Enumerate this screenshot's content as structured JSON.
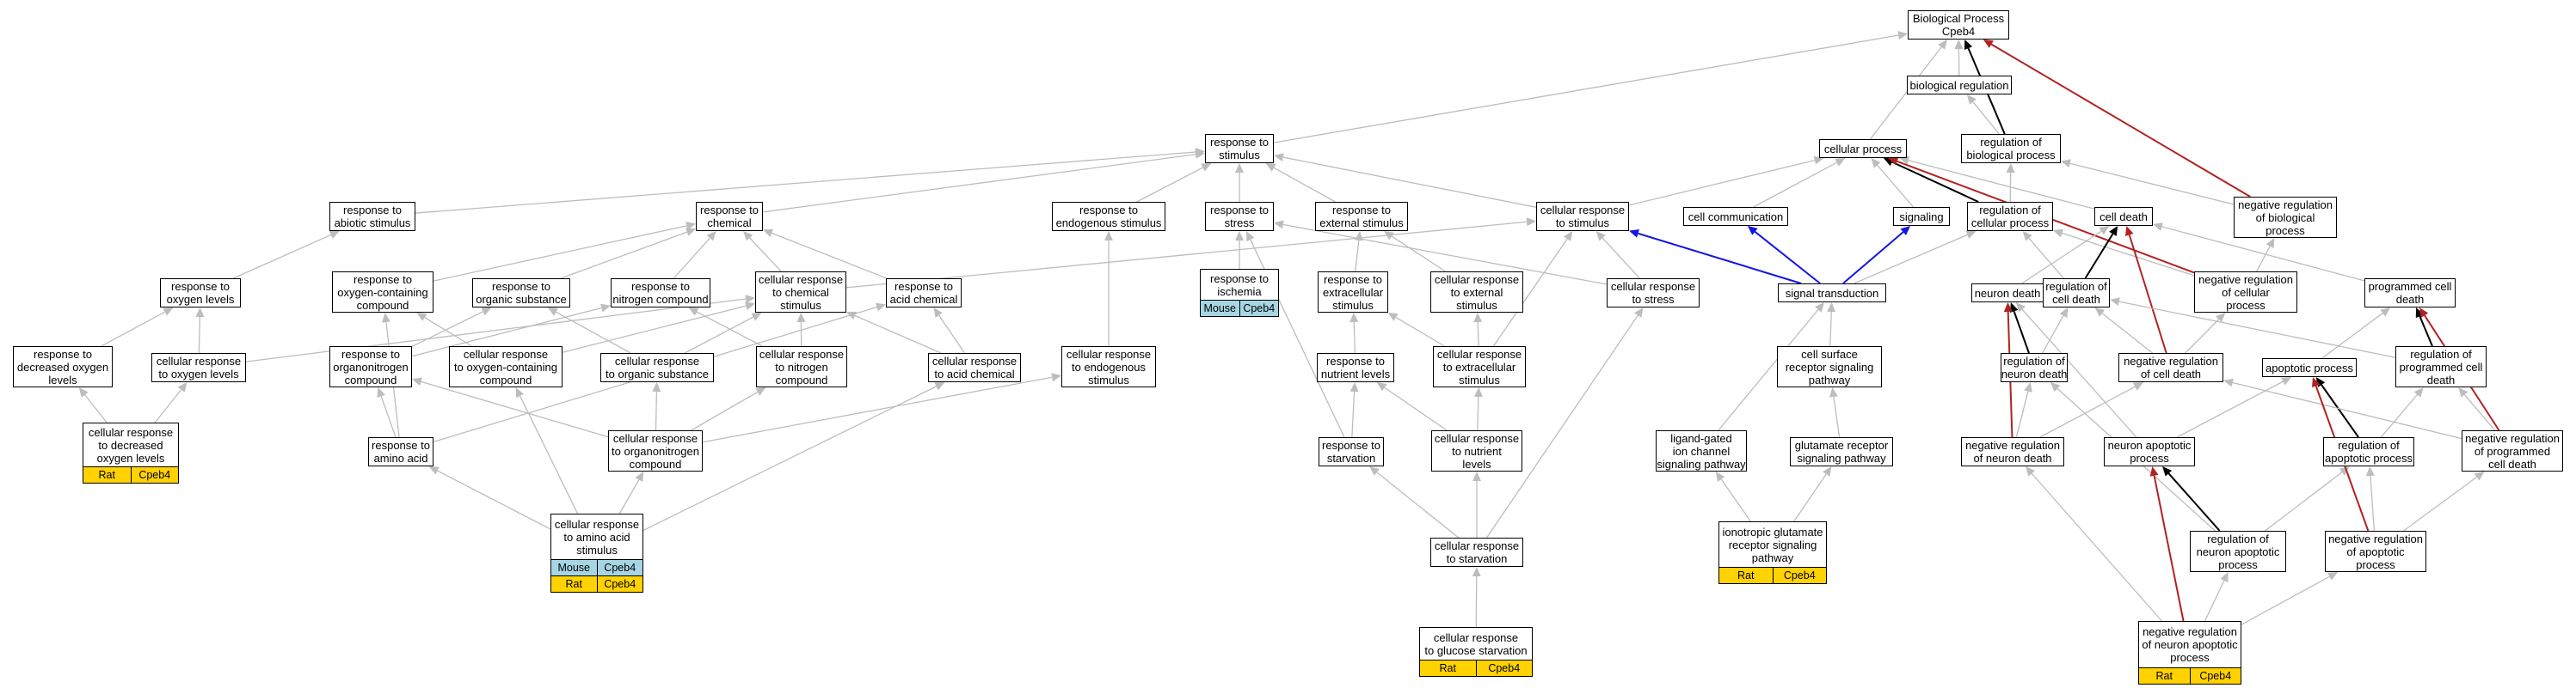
{
  "colors": {
    "edge_default": "#bdbdbd",
    "edge_black": "#000000",
    "edge_red": "#b22222",
    "edge_blue": "#1515e0",
    "species_mouse": "#a6d5e3",
    "species_rat": "#ffd200"
  },
  "nodes": [
    {
      "id": "bp",
      "lines": [
        "Biological Process",
        "Cpeb4"
      ]
    },
    {
      "id": "bioreg",
      "lines": [
        "biological regulation"
      ]
    },
    {
      "id": "regbp",
      "lines": [
        "regulation of",
        "biological process"
      ]
    },
    {
      "id": "cellproc",
      "lines": [
        "cellular process"
      ]
    },
    {
      "id": "negregbp",
      "lines": [
        "negative regulation",
        "of biological",
        "process"
      ]
    },
    {
      "id": "resp_stim",
      "lines": [
        "response to",
        "stimulus"
      ]
    },
    {
      "id": "resp_abiotic",
      "lines": [
        "response to",
        "abiotic stimulus"
      ]
    },
    {
      "id": "resp_chem",
      "lines": [
        "response to",
        "chemical"
      ]
    },
    {
      "id": "resp_endo",
      "lines": [
        "response to",
        "endogenous stimulus"
      ]
    },
    {
      "id": "resp_stress",
      "lines": [
        "response to",
        "stress"
      ]
    },
    {
      "id": "resp_ext",
      "lines": [
        "response to",
        "external stimulus"
      ]
    },
    {
      "id": "cr_stim",
      "lines": [
        "cellular response",
        "to stimulus"
      ]
    },
    {
      "id": "cellcomm",
      "lines": [
        "cell communication"
      ]
    },
    {
      "id": "signaling",
      "lines": [
        "signaling"
      ]
    },
    {
      "id": "regcp",
      "lines": [
        "regulation of",
        "cellular process"
      ]
    },
    {
      "id": "celldeath",
      "lines": [
        "cell death"
      ]
    },
    {
      "id": "resp_oxy",
      "lines": [
        "response to",
        "oxygen levels"
      ]
    },
    {
      "id": "resp_oxcomp",
      "lines": [
        "response to",
        "oxygen-containing",
        "compound"
      ]
    },
    {
      "id": "resp_orgsub",
      "lines": [
        "response to",
        "organic substance"
      ]
    },
    {
      "id": "resp_nitro",
      "lines": [
        "response to",
        "nitrogen compound"
      ]
    },
    {
      "id": "cr_chem",
      "lines": [
        "cellular response",
        "to chemical",
        "stimulus"
      ]
    },
    {
      "id": "resp_acid",
      "lines": [
        "response to",
        "acid chemical"
      ]
    },
    {
      "id": "resp_isch",
      "lines": [
        "response to",
        "ischemia"
      ],
      "annotations": [
        {
          "species": "Mouse",
          "gene": "Cpeb4"
        }
      ]
    },
    {
      "id": "resp_extstim",
      "lines": [
        "response to",
        "extracellular",
        "stimulus"
      ]
    },
    {
      "id": "cr_extstim",
      "lines": [
        "cellular response",
        "to external",
        "stimulus"
      ]
    },
    {
      "id": "cr_stress",
      "lines": [
        "cellular response",
        "to stress"
      ]
    },
    {
      "id": "sigtrans",
      "lines": [
        "signal transduction"
      ]
    },
    {
      "id": "neurondeath",
      "lines": [
        "neuron death"
      ]
    },
    {
      "id": "regcelldeath",
      "lines": [
        "regulation of",
        "cell death"
      ]
    },
    {
      "id": "negregcp",
      "lines": [
        "negative regulation",
        "of cellular",
        "process"
      ]
    },
    {
      "id": "pcd",
      "lines": [
        "programmed cell",
        "death"
      ]
    },
    {
      "id": "resp_decoxy",
      "lines": [
        "response to",
        "decreased oxygen",
        "levels"
      ]
    },
    {
      "id": "cr_oxy",
      "lines": [
        "cellular response",
        "to oxygen levels"
      ]
    },
    {
      "id": "resp_orgnitro",
      "lines": [
        "response to",
        "organonitrogen",
        "compound"
      ]
    },
    {
      "id": "cr_oxcomp",
      "lines": [
        "cellular response",
        "to oxygen-containing",
        "compound"
      ]
    },
    {
      "id": "cr_orgsub",
      "lines": [
        "cellular response",
        "to organic substance"
      ]
    },
    {
      "id": "cr_nitro",
      "lines": [
        "cellular response",
        "to nitrogen",
        "compound"
      ]
    },
    {
      "id": "cr_acid",
      "lines": [
        "cellular response",
        "to acid chemical"
      ]
    },
    {
      "id": "cr_endo",
      "lines": [
        "cellular response",
        "to endogenous",
        "stimulus"
      ]
    },
    {
      "id": "resp_nutr",
      "lines": [
        "response to",
        "nutrient levels"
      ]
    },
    {
      "id": "cr_extcell",
      "lines": [
        "cellular response",
        "to extracellular",
        "stimulus"
      ]
    },
    {
      "id": "cellsurf",
      "lines": [
        "cell surface",
        "receptor signaling",
        "pathway"
      ]
    },
    {
      "id": "regneurondeath",
      "lines": [
        "regulation of",
        "neuron death"
      ]
    },
    {
      "id": "negregcd",
      "lines": [
        "negative regulation",
        "of cell death"
      ]
    },
    {
      "id": "apoptotic",
      "lines": [
        "apoptotic process"
      ]
    },
    {
      "id": "regpcd",
      "lines": [
        "regulation of",
        "programmed cell",
        "death"
      ]
    },
    {
      "id": "cr_decoxy",
      "lines": [
        "cellular response",
        "to decreased",
        "oxygen levels"
      ],
      "annotations": [
        {
          "species": "Rat",
          "gene": "Cpeb4"
        }
      ]
    },
    {
      "id": "resp_aa",
      "lines": [
        "response to",
        "amino acid"
      ]
    },
    {
      "id": "cr_orgnitro",
      "lines": [
        "cellular response",
        "to organonitrogen",
        "compound"
      ]
    },
    {
      "id": "resp_starv",
      "lines": [
        "response to",
        "starvation"
      ]
    },
    {
      "id": "cr_nutr",
      "lines": [
        "cellular response",
        "to nutrient",
        "levels"
      ]
    },
    {
      "id": "ligand",
      "lines": [
        "ligand-gated",
        "ion channel",
        "signaling pathway"
      ]
    },
    {
      "id": "glutrec",
      "lines": [
        "glutamate receptor",
        "signaling pathway"
      ]
    },
    {
      "id": "negregnd",
      "lines": [
        "negative regulation",
        "of neuron death"
      ]
    },
    {
      "id": "neuronapop",
      "lines": [
        "neuron apoptotic",
        "process"
      ]
    },
    {
      "id": "regapop",
      "lines": [
        "regulation of",
        "apoptotic process"
      ]
    },
    {
      "id": "negregpcd",
      "lines": [
        "negative regulation",
        "of programmed",
        "cell death"
      ]
    },
    {
      "id": "cr_aa",
      "lines": [
        "cellular response",
        "to amino acid",
        "stimulus"
      ],
      "annotations": [
        {
          "species": "Mouse",
          "gene": "Cpeb4"
        },
        {
          "species": "Rat",
          "gene": "Cpeb4"
        }
      ]
    },
    {
      "id": "cr_starv",
      "lines": [
        "cellular response",
        "to starvation"
      ]
    },
    {
      "id": "ionotropic",
      "lines": [
        "ionotropic glutamate",
        "receptor signaling",
        "pathway"
      ],
      "annotations": [
        {
          "species": "Rat",
          "gene": "Cpeb4"
        }
      ]
    },
    {
      "id": "regneuronapop",
      "lines": [
        "regulation of",
        "neuron apoptotic",
        "process"
      ]
    },
    {
      "id": "negregapop",
      "lines": [
        "negative regulation",
        "of apoptotic",
        "process"
      ]
    },
    {
      "id": "cr_glucose",
      "lines": [
        "cellular response",
        "to glucose starvation"
      ],
      "annotations": [
        {
          "species": "Rat",
          "gene": "Cpeb4"
        }
      ]
    },
    {
      "id": "negregnap",
      "lines": [
        "negative regulation",
        "of neuron apoptotic",
        "process"
      ],
      "annotations": [
        {
          "species": "Rat",
          "gene": "Cpeb4"
        }
      ]
    }
  ],
  "edges": [
    {
      "from": "bioreg",
      "to": "bp",
      "color": "edge_default"
    },
    {
      "from": "regbp",
      "to": "bp",
      "color": "edge_black"
    },
    {
      "from": "negregbp",
      "to": "bp",
      "color": "edge_red"
    },
    {
      "from": "cellproc",
      "to": "bp",
      "color": "edge_default"
    },
    {
      "from": "resp_stim",
      "to": "bp",
      "color": "edge_default"
    },
    {
      "from": "regbp",
      "to": "bioreg",
      "color": "edge_default"
    },
    {
      "from": "negregbp",
      "to": "regbp",
      "color": "edge_default"
    },
    {
      "from": "resp_abiotic",
      "to": "resp_stim",
      "color": "edge_default"
    },
    {
      "from": "resp_chem",
      "to": "resp_stim",
      "color": "edge_default"
    },
    {
      "from": "resp_endo",
      "to": "resp_stim",
      "color": "edge_default"
    },
    {
      "from": "resp_stress",
      "to": "resp_stim",
      "color": "edge_default"
    },
    {
      "from": "resp_ext",
      "to": "resp_stim",
      "color": "edge_default"
    },
    {
      "from": "cr_stim",
      "to": "resp_stim",
      "color": "edge_default"
    },
    {
      "from": "cr_stim",
      "to": "cellproc",
      "color": "edge_default"
    },
    {
      "from": "cellcomm",
      "to": "cellproc",
      "color": "edge_default"
    },
    {
      "from": "signaling",
      "to": "cellproc",
      "color": "edge_default"
    },
    {
      "from": "regcp",
      "to": "cellproc",
      "color": "edge_black"
    },
    {
      "from": "regcp",
      "to": "regbp",
      "color": "edge_default"
    },
    {
      "from": "celldeath",
      "to": "cellproc",
      "color": "edge_default"
    },
    {
      "from": "negregcp",
      "to": "cellproc",
      "color": "edge_red"
    },
    {
      "from": "negregcp",
      "to": "negregbp",
      "color": "edge_default"
    },
    {
      "from": "negregcp",
      "to": "regcp",
      "color": "edge_default"
    },
    {
      "from": "resp_oxy",
      "to": "resp_abiotic",
      "color": "edge_default"
    },
    {
      "from": "resp_oxcomp",
      "to": "resp_chem",
      "color": "edge_default"
    },
    {
      "from": "resp_orgsub",
      "to": "resp_chem",
      "color": "edge_default"
    },
    {
      "from": "resp_nitro",
      "to": "resp_chem",
      "color": "edge_default"
    },
    {
      "from": "cr_chem",
      "to": "resp_chem",
      "color": "edge_default"
    },
    {
      "from": "cr_chem",
      "to": "cr_stim",
      "color": "edge_default"
    },
    {
      "from": "resp_acid",
      "to": "resp_chem",
      "color": "edge_default"
    },
    {
      "from": "resp_isch",
      "to": "resp_stress",
      "color": "edge_default"
    },
    {
      "from": "resp_extstim",
      "to": "resp_ext",
      "color": "edge_default"
    },
    {
      "from": "cr_extstim",
      "to": "resp_ext",
      "color": "edge_default"
    },
    {
      "from": "cr_stress",
      "to": "resp_stress",
      "color": "edge_default"
    },
    {
      "from": "cr_stress",
      "to": "cr_stim",
      "color": "edge_default"
    },
    {
      "from": "sigtrans",
      "to": "cr_stim",
      "color": "edge_blue"
    },
    {
      "from": "sigtrans",
      "to": "cellcomm",
      "color": "edge_blue"
    },
    {
      "from": "sigtrans",
      "to": "signaling",
      "color": "edge_blue"
    },
    {
      "from": "sigtrans",
      "to": "regcp",
      "color": "edge_default"
    },
    {
      "from": "neurondeath",
      "to": "celldeath",
      "color": "edge_default"
    },
    {
      "from": "regcelldeath",
      "to": "celldeath",
      "color": "edge_black"
    },
    {
      "from": "regcelldeath",
      "to": "regcp",
      "color": "edge_default"
    },
    {
      "from": "pcd",
      "to": "celldeath",
      "color": "edge_default"
    },
    {
      "from": "resp_decoxy",
      "to": "resp_oxy",
      "color": "edge_default"
    },
    {
      "from": "cr_oxy",
      "to": "resp_oxy",
      "color": "edge_default"
    },
    {
      "from": "cr_oxy",
      "to": "cr_chem",
      "color": "edge_default"
    },
    {
      "from": "resp_orgnitro",
      "to": "resp_orgsub",
      "color": "edge_default"
    },
    {
      "from": "resp_orgnitro",
      "to": "resp_nitro",
      "color": "edge_default"
    },
    {
      "from": "cr_oxcomp",
      "to": "resp_oxcomp",
      "color": "edge_default"
    },
    {
      "from": "cr_oxcomp",
      "to": "cr_chem",
      "color": "edge_default"
    },
    {
      "from": "cr_orgsub",
      "to": "resp_orgsub",
      "color": "edge_default"
    },
    {
      "from": "cr_orgsub",
      "to": "cr_chem",
      "color": "edge_default"
    },
    {
      "from": "cr_nitro",
      "to": "resp_nitro",
      "color": "edge_default"
    },
    {
      "from": "cr_nitro",
      "to": "cr_chem",
      "color": "edge_default"
    },
    {
      "from": "cr_acid",
      "to": "resp_acid",
      "color": "edge_default"
    },
    {
      "from": "cr_acid",
      "to": "cr_chem",
      "color": "edge_default"
    },
    {
      "from": "cr_endo",
      "to": "resp_endo",
      "color": "edge_default"
    },
    {
      "from": "resp_nutr",
      "to": "resp_extstim",
      "color": "edge_default"
    },
    {
      "from": "cr_extcell",
      "to": "resp_extstim",
      "color": "edge_default"
    },
    {
      "from": "cr_extcell",
      "to": "cr_extstim",
      "color": "edge_default"
    },
    {
      "from": "cr_extcell",
      "to": "cr_stim",
      "color": "edge_default"
    },
    {
      "from": "cellsurf",
      "to": "sigtrans",
      "color": "edge_default"
    },
    {
      "from": "regneurondeath",
      "to": "neurondeath",
      "color": "edge_black"
    },
    {
      "from": "regneurondeath",
      "to": "regcelldeath",
      "color": "edge_default"
    },
    {
      "from": "negregcd",
      "to": "celldeath",
      "color": "edge_red"
    },
    {
      "from": "negregcd",
      "to": "regcelldeath",
      "color": "edge_default"
    },
    {
      "from": "negregcd",
      "to": "negregcp",
      "color": "edge_default"
    },
    {
      "from": "apoptotic",
      "to": "pcd",
      "color": "edge_default"
    },
    {
      "from": "regpcd",
      "to": "pcd",
      "color": "edge_black"
    },
    {
      "from": "regpcd",
      "to": "regcelldeath",
      "color": "edge_default"
    },
    {
      "from": "cr_decoxy",
      "to": "resp_decoxy",
      "color": "edge_default"
    },
    {
      "from": "cr_decoxy",
      "to": "cr_oxy",
      "color": "edge_default"
    },
    {
      "from": "resp_aa",
      "to": "resp_orgnitro",
      "color": "edge_default"
    },
    {
      "from": "resp_aa",
      "to": "resp_acid",
      "color": "edge_default"
    },
    {
      "from": "resp_aa",
      "to": "resp_oxcomp",
      "color": "edge_default"
    },
    {
      "from": "cr_orgnitro",
      "to": "resp_orgnitro",
      "color": "edge_default"
    },
    {
      "from": "cr_orgnitro",
      "to": "cr_orgsub",
      "color": "edge_default"
    },
    {
      "from": "cr_orgnitro",
      "to": "cr_nitro",
      "color": "edge_default"
    },
    {
      "from": "cr_orgnitro",
      "to": "cr_endo",
      "color": "edge_default"
    },
    {
      "from": "resp_starv",
      "to": "resp_nutr",
      "color": "edge_default"
    },
    {
      "from": "resp_starv",
      "to": "resp_stress",
      "color": "edge_default"
    },
    {
      "from": "cr_nutr",
      "to": "resp_nutr",
      "color": "edge_default"
    },
    {
      "from": "cr_nutr",
      "to": "cr_extcell",
      "color": "edge_default"
    },
    {
      "from": "ligand",
      "to": "sigtrans",
      "color": "edge_default"
    },
    {
      "from": "glutrec",
      "to": "cellsurf",
      "color": "edge_default"
    },
    {
      "from": "negregnd",
      "to": "neurondeath",
      "color": "edge_red"
    },
    {
      "from": "negregnd",
      "to": "regneurondeath",
      "color": "edge_default"
    },
    {
      "from": "negregnd",
      "to": "negregcd",
      "color": "edge_default"
    },
    {
      "from": "neuronapop",
      "to": "neurondeath",
      "color": "edge_default"
    },
    {
      "from": "neuronapop",
      "to": "apoptotic",
      "color": "edge_default"
    },
    {
      "from": "regapop",
      "to": "apoptotic",
      "color": "edge_black"
    },
    {
      "from": "regapop",
      "to": "regpcd",
      "color": "edge_default"
    },
    {
      "from": "negregpcd",
      "to": "pcd",
      "color": "edge_red"
    },
    {
      "from": "negregpcd",
      "to": "regpcd",
      "color": "edge_default"
    },
    {
      "from": "negregpcd",
      "to": "negregcd",
      "color": "edge_default"
    },
    {
      "from": "cr_aa",
      "to": "resp_aa",
      "color": "edge_default"
    },
    {
      "from": "cr_aa",
      "to": "cr_orgnitro",
      "color": "edge_default"
    },
    {
      "from": "cr_aa",
      "to": "cr_acid",
      "color": "edge_default"
    },
    {
      "from": "cr_aa",
      "to": "cr_oxcomp",
      "color": "edge_default"
    },
    {
      "from": "cr_starv",
      "to": "resp_starv",
      "color": "edge_default"
    },
    {
      "from": "cr_starv",
      "to": "cr_nutr",
      "color": "edge_default"
    },
    {
      "from": "cr_starv",
      "to": "cr_stress",
      "color": "edge_default"
    },
    {
      "from": "ionotropic",
      "to": "ligand",
      "color": "edge_default"
    },
    {
      "from": "ionotropic",
      "to": "glutrec",
      "color": "edge_default"
    },
    {
      "from": "regneuronapop",
      "to": "neuronapop",
      "color": "edge_black"
    },
    {
      "from": "regneuronapop",
      "to": "regneurondeath",
      "color": "edge_default"
    },
    {
      "from": "regneuronapop",
      "to": "regapop",
      "color": "edge_default"
    },
    {
      "from": "negregapop",
      "to": "apoptotic",
      "color": "edge_red"
    },
    {
      "from": "negregapop",
      "to": "regapop",
      "color": "edge_default"
    },
    {
      "from": "negregapop",
      "to": "negregpcd",
      "color": "edge_default"
    },
    {
      "from": "cr_glucose",
      "to": "cr_starv",
      "color": "edge_default"
    },
    {
      "from": "negregnap",
      "to": "neuronapop",
      "color": "edge_red"
    },
    {
      "from": "negregnap",
      "to": "regneuronapop",
      "color": "edge_default"
    },
    {
      "from": "negregnap",
      "to": "negregapop",
      "color": "edge_default"
    },
    {
      "from": "negregnap",
      "to": "negregnd",
      "color": "edge_default"
    }
  ]
}
